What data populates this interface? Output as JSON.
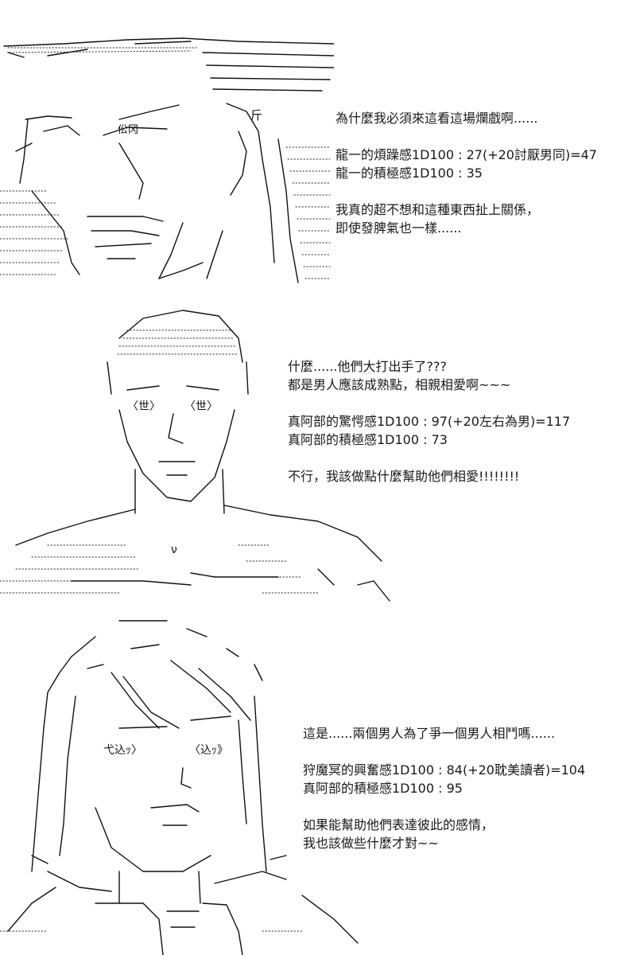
{
  "panels": [
    {
      "lines": [
        "為什麼我必須來這看這場爛戲啊......",
        "",
        "龍一的煩躁感1D100 : 27(+20討厭男同)=47",
        "龍一的積極感1D100 : 35",
        "",
        "我真的超不想和這種東西扯上關係，",
        "即使發脾氣也一樣......"
      ],
      "art": {
        "aa_text": [
          "斤",
          "伀冈"
        ]
      }
    },
    {
      "lines": [
        "什麼......他們大打出手了???",
        "都是男人應該成熟點，相親相愛啊~~~",
        "",
        "真阿部的驚愕感1D100 : 97(+20左右為男)=117",
        "真阿部的積極感1D100 : 73",
        "",
        "不行，我該做點什麼幫助他們相愛!!!!!!!!"
      ],
      "art": {
        "aa_text": [
          "〈世〉",
          "〈世〉",
          "ν"
        ]
      }
    },
    {
      "lines": [
        "這是......兩個男人為了爭一個男人相鬥嗎......",
        "",
        "狩魔冥的興奮感1D100 : 84(+20耽美讀者)=104",
        "真阿部的積極感1D100 : 95",
        "",
        "如果能幫助他們表達彼此的感情，",
        "我也該做些什麼才對~~"
      ],
      "art": {
        "aa_text": [
          "弋込ｯ〉",
          "〈込ｯ》"
        ]
      }
    }
  ]
}
